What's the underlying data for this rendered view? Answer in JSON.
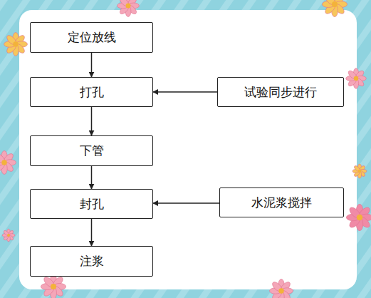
{
  "diagram": {
    "nodes": [
      {
        "text": [
          "定位放线"
        ]
      },
      {
        "text": [
          "打孔"
        ]
      },
      {
        "text": [
          "下管"
        ]
      },
      {
        "text": [
          "封孔"
        ]
      },
      {
        "text": [
          "注浆"
        ]
      },
      {
        "text": [
          "试验同步进行"
        ]
      },
      {
        "text": [
          "水泥浆搅拌"
        ]
      }
    ],
    "edges": [
      {
        "from": 0,
        "to": 1,
        "arrow": "to"
      },
      {
        "from": 1,
        "to": 2,
        "arrow": "to"
      },
      {
        "from": 2,
        "to": 3,
        "arrow": "to"
      },
      {
        "from": 3,
        "to": 4,
        "arrow": "to"
      },
      {
        "from": 5,
        "to": 1,
        "arrow": "to"
      },
      {
        "from": 6,
        "to": 3,
        "arrow": "to"
      }
    ]
  }
}
